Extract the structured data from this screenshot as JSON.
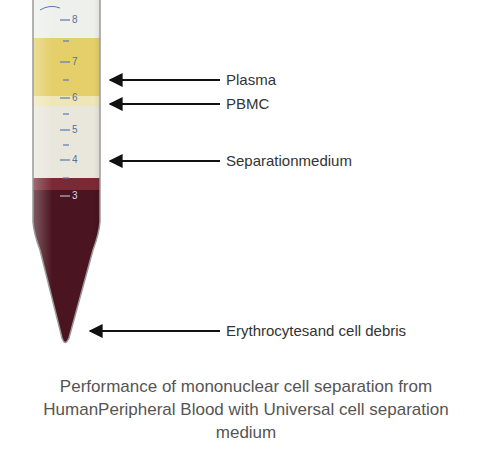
{
  "diagram": {
    "caption": "Performance of mononuclear cell separation from HumanPeripheral Blood with Universal cell separation medium",
    "labels": [
      "8",
      "7",
      "6",
      "5",
      "4",
      "3",
      "Plasma",
      "PBMC",
      "Separationmedium",
      "Erythrocytesand cell debris"
    ]
  }
}
